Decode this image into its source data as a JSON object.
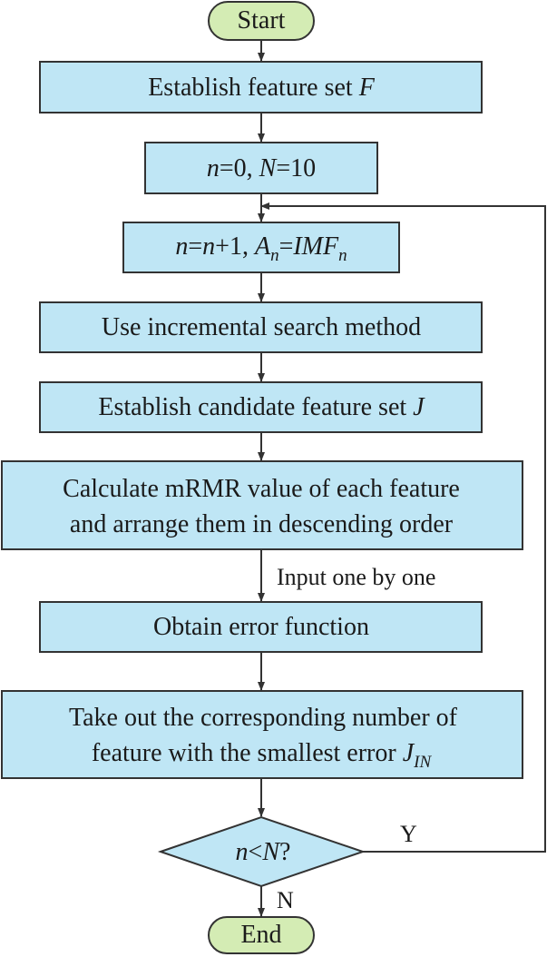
{
  "colors": {
    "process_fill": "#bfe6f5",
    "terminal_fill": "#d4ecb4",
    "stroke": "#333333"
  },
  "nodes": {
    "start": "Start",
    "establish_feature_set": {
      "text": "Establish feature set ",
      "var": "F"
    },
    "init": {
      "n": "n",
      "eq0": "=0, ",
      "N": "N",
      "eq10": "=10"
    },
    "increment": {
      "n1": "n",
      "eq": "=",
      "n2": "n",
      "plus": "+1, ",
      "A": "A",
      "sub_n1": "n",
      "eq2": "=",
      "IMF": "IMF",
      "sub_n2": "n"
    },
    "incremental_search": "Use incremental search method",
    "candidate_set": {
      "text": "Establish candidate feature set ",
      "var": "J"
    },
    "mrmr": {
      "line1": "Calculate mRMR value of each feature",
      "line2": "and arrange them in descending order"
    },
    "error_function": "Obtain error function",
    "take_out": {
      "line1": "Take out the corresponding number of",
      "line2": "feature with the smallest error ",
      "var": "J",
      "sub": "IN"
    },
    "decision": {
      "n": "n",
      "lt": "<",
      "N": "N",
      "q": "?"
    },
    "end": "End"
  },
  "edge_labels": {
    "input_one_by_one": "Input one by one",
    "yes": "Y",
    "no": "N"
  }
}
